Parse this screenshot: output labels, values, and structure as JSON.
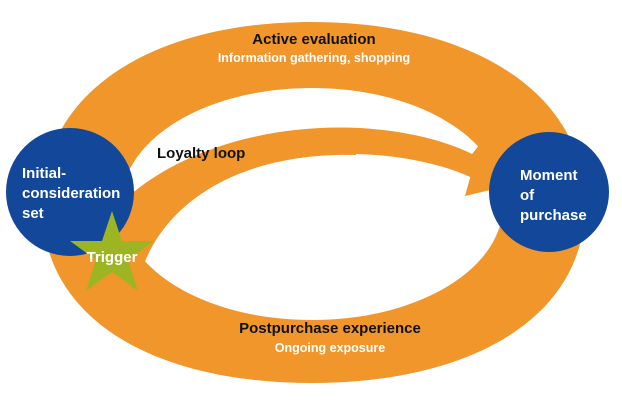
{
  "colors": {
    "loop_orange": "#f0962a",
    "node_blue": "#12479a",
    "star_green": "#9eb523",
    "text_dark": "#111111",
    "text_light": "#ffffff"
  },
  "stages": {
    "active_evaluation": {
      "title": "Active evaluation",
      "subtitle": "Information gathering, shopping"
    },
    "loyalty_loop": {
      "title": "Loyalty loop"
    },
    "postpurchase_experience": {
      "title": "Postpurchase experience",
      "subtitle": "Ongoing exposure"
    }
  },
  "nodes": {
    "initial_consideration": {
      "lines": [
        "Initial-",
        "consideration",
        "set"
      ]
    },
    "moment_of_purchase": {
      "lines": [
        "Moment",
        "of",
        "purchase"
      ]
    },
    "trigger": {
      "label": "Trigger"
    }
  },
  "icons": {
    "trigger_marker": "star-icon"
  }
}
